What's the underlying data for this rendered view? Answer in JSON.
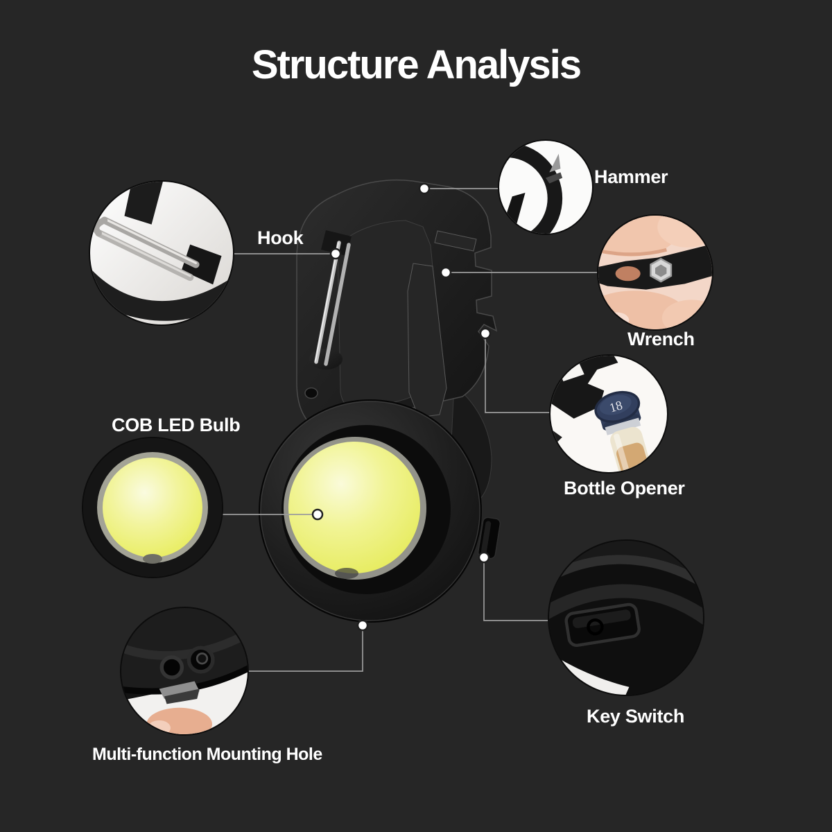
{
  "title": "Structure Analysis",
  "callouts": [
    {
      "id": "hook",
      "label": "Hook"
    },
    {
      "id": "hammer",
      "label": "Hammer"
    },
    {
      "id": "wrench",
      "label": "Wrench"
    },
    {
      "id": "bottle-opener",
      "label": "Bottle Opener"
    },
    {
      "id": "cob-led-bulb",
      "label": "COB LED Bulb"
    },
    {
      "id": "key-switch",
      "label": "Key Switch"
    },
    {
      "id": "mounting-hole",
      "label": "Multi-function Mounting Hole"
    }
  ],
  "bottle_cap_text": "18",
  "colors": {
    "background": "#262626",
    "label_text": "#ffffff",
    "leader_line": "#9c9c9c",
    "anchor_dot": "#ffffff",
    "led_yellow": "#e9ee5f",
    "product_body": "#1d1d1d"
  }
}
